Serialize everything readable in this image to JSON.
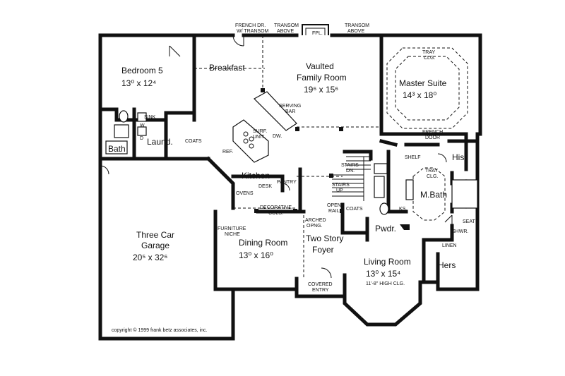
{
  "rooms": {
    "bedroom5": {
      "name": "Bedroom 5",
      "dims": "13⁰ x 12⁴"
    },
    "breakfast": {
      "name": "Breakfast"
    },
    "family": {
      "name1": "Vaulted",
      "name2": "Family Room",
      "dims": "19⁶ x 15⁶"
    },
    "master": {
      "name": "Master Suite",
      "dims": "14³ x 18⁰"
    },
    "kitchen": {
      "name": "Kitchen"
    },
    "laundry": {
      "name": "Laund."
    },
    "bath": {
      "name": "Bath"
    },
    "garage": {
      "name1": "Three Car",
      "name2": "Garage",
      "dims": "20⁵ x 32⁶"
    },
    "dining": {
      "name": "Dining Room",
      "dims": "13⁰ x 16⁰"
    },
    "foyer": {
      "name1": "Two Story",
      "name2": "Foyer"
    },
    "living": {
      "name": "Living Room",
      "dims": "13⁰ x 15⁴",
      "note": "11'-8\" HIGH CLG."
    },
    "his": {
      "name": "His"
    },
    "hers": {
      "name": "Hers"
    },
    "mbath": {
      "name": "M.Bath"
    },
    "powder": {
      "name": "Pwdr."
    }
  },
  "labels": {
    "french_dr1": "FRENCH DR.",
    "french_dr2": "W/ TRANSOM",
    "transom_a1": "TRANSOM",
    "transom_a2": "ABOVE",
    "fpl": "FPL.",
    "transom_b1": "TRANSOM",
    "transom_b2": "ABOVE",
    "tray1": "TRAY",
    "tray2": "CLG.",
    "serving1": "SERVING",
    "serving2": "BAR",
    "surf1": "SURF.",
    "surf2": "UNIT",
    "dw": "DW.",
    "sink": "SINK",
    "w": "W",
    "d": "D",
    "coats_a": "COATS",
    "ref": "REF.",
    "french_door1": "FRENCH",
    "french_door2": "DOOR",
    "shelf": "SHELF",
    "tray_clg1": "TRAY",
    "tray_clg2": "CLG.",
    "stairs_dn1": "STAIRS",
    "stairs_dn2": "DN.",
    "stairs_up1": "STAIRS",
    "stairs_up2": "UP",
    "desk": "DESK",
    "pantry": "PANTRY",
    "ovens": "OVENS",
    "deco1": "DECORATIVE",
    "deco2": "COLS.",
    "open_rail1": "OPEN",
    "open_rail2": "RAIL",
    "coats_b": "COATS",
    "ks": "KS.",
    "seat": "SEAT",
    "shwr": "SHWR.",
    "linen": "LINEN",
    "furniture1": "FURNITURE",
    "furniture2": "NICHE",
    "arched1": "ARCHED",
    "arched2": "OPNG.",
    "covered1": "COVERED",
    "covered2": "ENTRY",
    "copyright": "copyright © 1999 frank betz associates, inc."
  }
}
